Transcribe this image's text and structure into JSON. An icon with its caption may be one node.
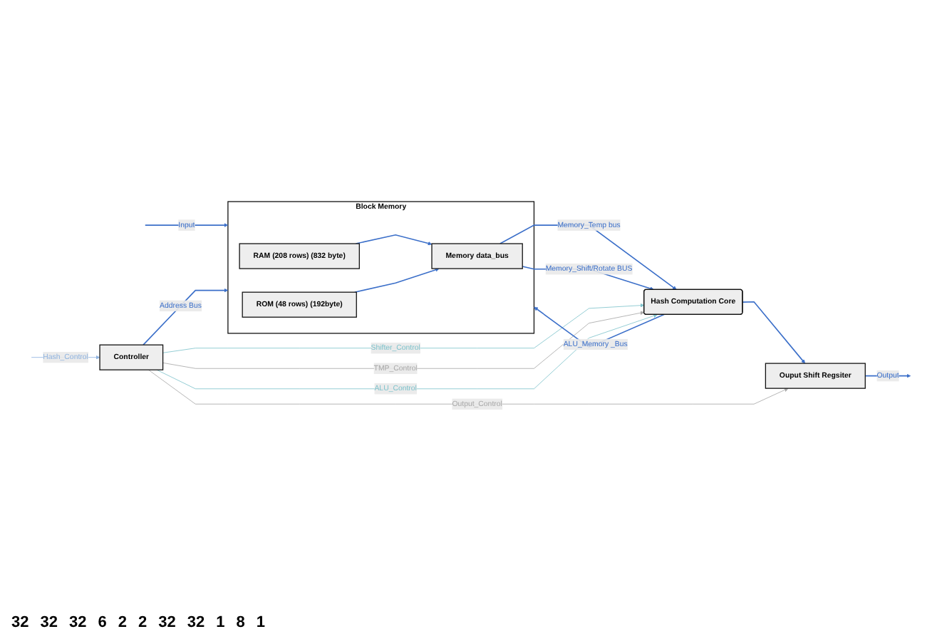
{
  "diagram": {
    "nodes": [
      {
        "text": [
          "Block Memory"
        ]
      },
      {
        "text": [
          "RAM (208 rows) (832 byte)"
        ],
        "in": 0
      },
      {
        "text": [
          "Memory data_bus"
        ],
        "in": 0
      },
      {
        "text": [
          "ROM (48 rows) (192byte)"
        ],
        "in": 0
      },
      {
        "text": [
          "Hash Computation Core"
        ]
      },
      {
        "text": [
          "Ouput Shift Regsiter"
        ]
      },
      {
        "text": [
          "Controller"
        ]
      }
    ],
    "edges": [
      {
        "from": null,
        "to": 0,
        "arrow": "to",
        "label": "Input"
      },
      {
        "from": 1,
        "to": 2,
        "arrow": "to"
      },
      {
        "from": 3,
        "to": 2,
        "arrow": "to"
      },
      {
        "from": 2,
        "to": 4,
        "arrow": "to",
        "label": "Memory_Temp bus"
      },
      {
        "from": 2,
        "to": 4,
        "arrow": "to",
        "label": "Memory_Shift/Rotate BUS"
      },
      {
        "from": 4,
        "to": 0,
        "arrow": "to",
        "label": "ALU_Memory _Bus"
      },
      {
        "from": 4,
        "to": 5,
        "arrow": "to"
      },
      {
        "from": 5,
        "to": null,
        "arrow": "to",
        "label": "Output"
      },
      {
        "from": 6,
        "to": 4,
        "arrow": "to",
        "label": "Shifter_Control",
        "color": "#7fc3cc"
      },
      {
        "from": 6,
        "to": 4,
        "arrow": "to",
        "label": "TMP_Control",
        "color": "#a8a8a8"
      },
      {
        "from": 6,
        "to": 4,
        "arrow": "to",
        "label": "ALU_Control",
        "color": "#7fc3cc"
      },
      {
        "from": 6,
        "to": 5,
        "arrow": "to",
        "label": "Output_Control",
        "color": "#a8a8a8"
      },
      {
        "from": 6,
        "to": 0,
        "arrow": "to",
        "label": "Address Bus"
      },
      {
        "from": null,
        "to": 6,
        "arrow": "to",
        "label": "Hash_Control",
        "color": "#8fb3e0"
      }
    ],
    "labels": [
      "32",
      "32",
      "32",
      "6",
      "2",
      "2",
      "32",
      "32",
      "1",
      "8",
      "1"
    ]
  }
}
